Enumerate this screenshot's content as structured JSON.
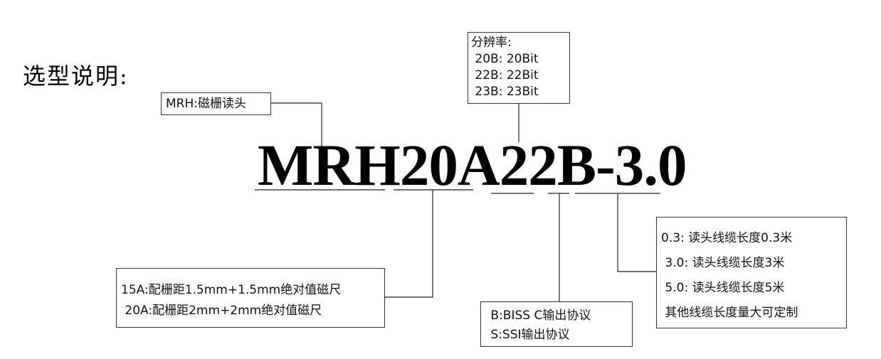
{
  "title": "选型说明:",
  "model_code": "MRH20A22B-3.0",
  "segments": [
    {
      "code": "MRH",
      "box": {
        "lines": [
          "MRH:磁栅读头"
        ]
      }
    },
    {
      "code": "20A",
      "box": {
        "lines": [
          "15A:配栅距1.5mm+1.5mm绝对值磁尺",
          " 20A:配栅距2mm+2mm绝对值磁尺"
        ]
      }
    },
    {
      "code": "22B",
      "box": {
        "lines": [
          "分辨率:",
          " 20B: 20Bit",
          " 22B: 22Bit",
          " 23B: 23Bit"
        ]
      }
    },
    {
      "code": "B",
      "box": {
        "lines": [
          " B:BISS C输出协议",
          " S:SSI输出协议"
        ]
      }
    },
    {
      "code": "-3.0",
      "box": {
        "lines": [
          "0.3: 读头线缆长度0.3米",
          " 3.0: 读头线缆长度3米",
          " 5.0: 读头线缆长度5米",
          " 其他线缆长度量大可定制"
        ]
      }
    }
  ],
  "colors": {
    "line": "#444444",
    "text": "#111111",
    "background": "#ffffff"
  }
}
